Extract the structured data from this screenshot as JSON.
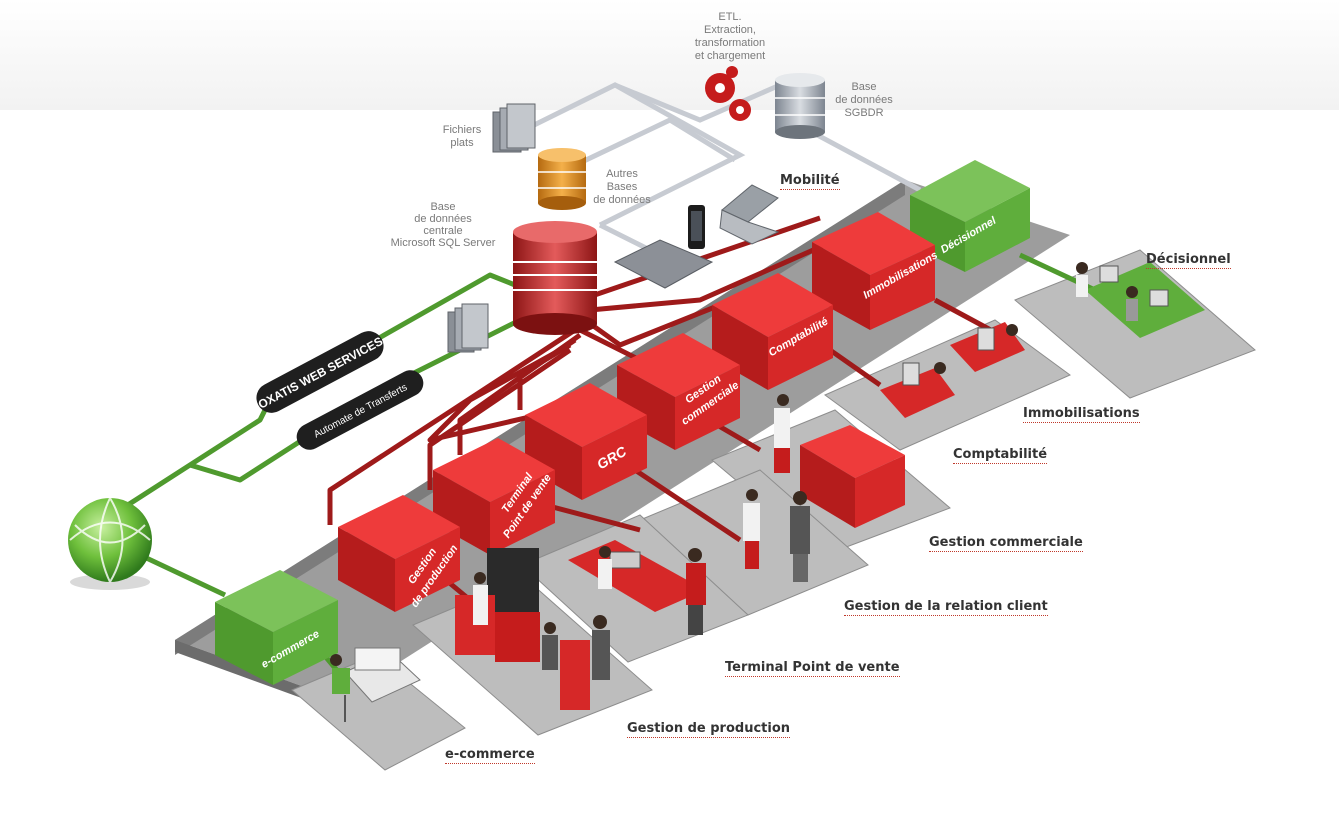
{
  "colors": {
    "red": "#e02424",
    "dark_red": "#9e1a1a",
    "green": "#5a9e3a",
    "gray_platform": "#b9b9b9",
    "link_underline": "#c0392b"
  },
  "links": {
    "mobilite": "Mobilité",
    "decisionnel": "Décisionnel",
    "immobilisations": "Immobilisations",
    "comptabilite": "Comptabilité",
    "gestion_commerciale": "Gestion commerciale",
    "relation_client": "Gestion de la relation client",
    "terminal_pdv": "Terminal Point de vente",
    "gestion_production": "Gestion de production",
    "ecommerce": "e-commerce"
  },
  "labels": {
    "etl": [
      "ETL.",
      "Extraction,",
      "transformation",
      "et chargement"
    ],
    "sgbdr": [
      "Base",
      "de données",
      "SGBDR"
    ],
    "fichiers": [
      "Fichiers",
      "plats"
    ],
    "autres": [
      "Autres",
      "Bases",
      "de données"
    ],
    "central_db": [
      "Base",
      "de données",
      "centrale",
      "Microsoft SQL Server"
    ]
  },
  "boxes": {
    "immobilisations": "Immobilisations",
    "comptabilite": "Comptabilité",
    "gestion_commerciale": [
      "Gestion",
      "commerciale"
    ],
    "grc": "GRC",
    "terminal": [
      "Terminal",
      "Point de vente"
    ],
    "gestion_production": [
      "Gestion",
      "de production"
    ],
    "decisionnel": "Décisionnel",
    "ecommerce": "e-commerce"
  },
  "pills": {
    "web_services": "OXATIS WEB SERVICES",
    "automate": "Automate de Transferts"
  },
  "icons": {
    "globe": "globe-icon",
    "gears": "gears-icon",
    "database": "database-icon",
    "files": "files-icon",
    "tablet": "tablet-icon",
    "phone": "smartphone-icon",
    "laptop": "laptop-icon"
  }
}
